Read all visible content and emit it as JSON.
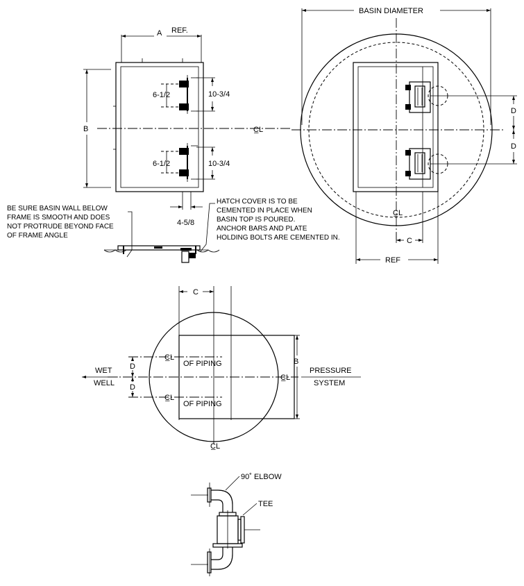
{
  "colors": {
    "ink": "#000000",
    "paper": "#ffffff"
  },
  "plan_view": {
    "dim_a": "A",
    "dim_ref": "REF.",
    "dim_b": "B",
    "upper_spacing": "6-1/2",
    "upper_rail": "10-3/4",
    "lower_spacing": "6-1/2",
    "lower_rail": "10-3/4",
    "bottom_offset": "4-5/8"
  },
  "notes": {
    "basin_wall": [
      "BE SURE BASIN WALL BELOW",
      "FRAME IS SMOOTH AND DOES",
      "NOT PROTRUDE BEYOND FACE",
      "OF FRAME ANGLE"
    ],
    "hatch_cover": [
      "HATCH COVER IS TO BE",
      "CEMENTED IN PLACE WHEN",
      "BASIN TOP IS POURED.",
      "ANCHOR BARS AND PLATE",
      "HOLDING BOLTS ARE CEMENTED IN."
    ]
  },
  "basin_view": {
    "basin_diameter": "BASIN DIAMETER",
    "centerline": "C̲L",
    "centerline_lower": "C̲L",
    "dim_d_upper": "D",
    "dim_d_lower": "D",
    "dim_c": "C",
    "dim_ref": "REF"
  },
  "piping_view": {
    "dim_c": "C",
    "dim_b": "B",
    "dim_d_upper": "D",
    "dim_d_lower": "D",
    "wet": "WET",
    "well": "WELL",
    "pressure": "PRESSURE",
    "system": "SYSTEM",
    "cl_upper": "C̲L",
    "of_piping_upper": "OF PIPING",
    "cl_lower": "C̲L",
    "of_piping_lower": "OF PIPING",
    "cl_right": "C̲L",
    "cl_bottom": "C̲L"
  },
  "fittings": {
    "elbow": "90˚ ELBOW",
    "tee": "TEE"
  }
}
